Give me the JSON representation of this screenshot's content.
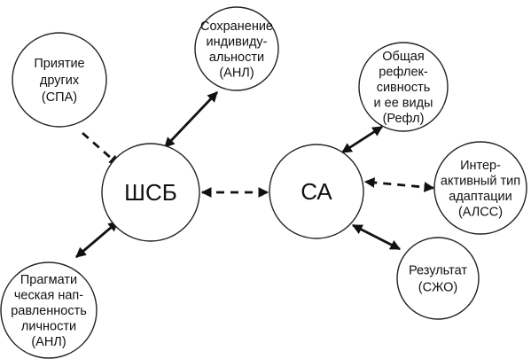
{
  "nodes": {
    "sps": {
      "lines": [
        "Приятие",
        "других",
        "(СПА)"
      ]
    },
    "anl_top": {
      "lines": [
        "Сохранение",
        "индивиду-",
        "альности",
        "(АНЛ)"
      ]
    },
    "shsb": {
      "lines": [
        "ШСБ"
      ]
    },
    "pragmatic": {
      "lines": [
        "Прагмати",
        "ческая нап-",
        "равленность",
        "личности",
        "(АНЛ)"
      ]
    },
    "sa": {
      "lines": [
        "СА"
      ]
    },
    "refl": {
      "lines": [
        "Общая",
        "рефлек-",
        "сивность",
        "и ее виды",
        "(Рефл)"
      ]
    },
    "alss": {
      "lines": [
        "Интер-",
        "активный тип",
        "адаптации",
        "(АЛСС)"
      ]
    },
    "szho": {
      "lines": [
        "Результат",
        "(СЖО)"
      ]
    }
  },
  "connections": [
    {
      "from": "sps",
      "to": "shsb",
      "style": "dashed",
      "heads": "end"
    },
    {
      "from": "anl_top",
      "to": "shsb",
      "style": "solid",
      "heads": "both"
    },
    {
      "from": "pragmatic",
      "to": "shsb",
      "style": "solid",
      "heads": "both"
    },
    {
      "from": "shsb",
      "to": "sa",
      "style": "dashed",
      "heads": "both"
    },
    {
      "from": "refl",
      "to": "sa",
      "style": "solid",
      "heads": "both"
    },
    {
      "from": "alss",
      "to": "sa",
      "style": "dashed",
      "heads": "both"
    },
    {
      "from": "szho",
      "to": "sa",
      "style": "solid",
      "heads": "both"
    }
  ]
}
